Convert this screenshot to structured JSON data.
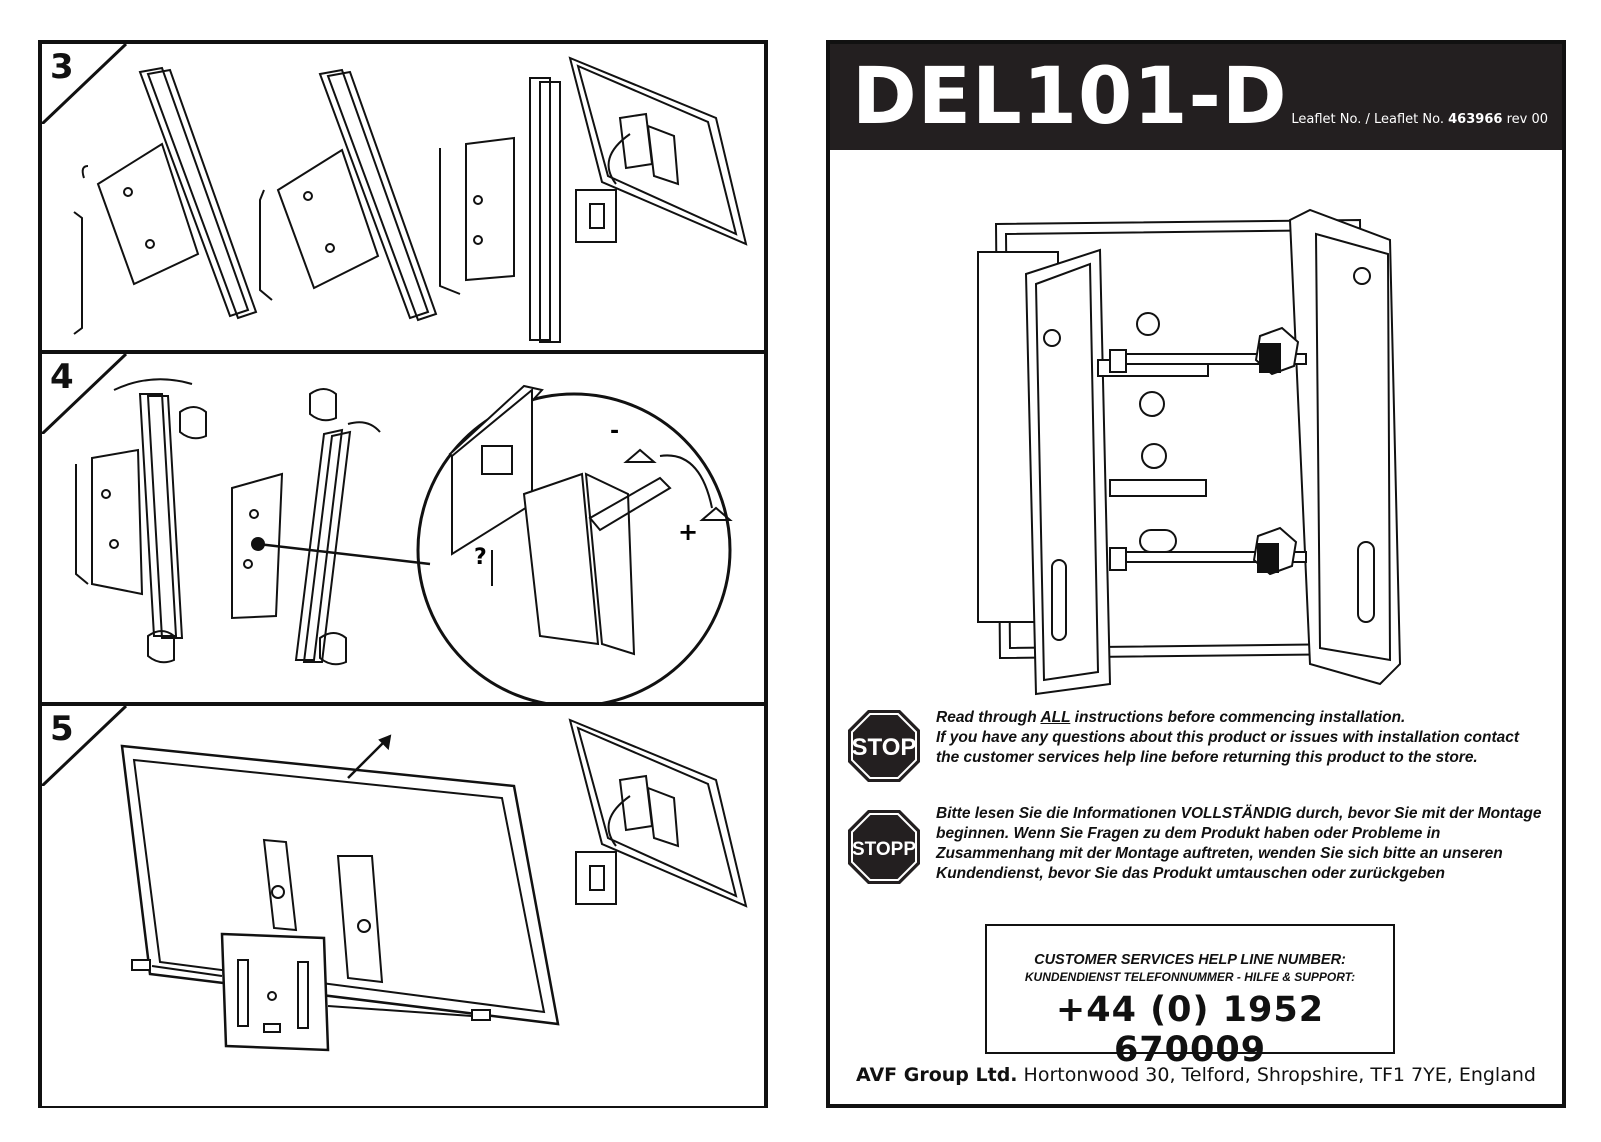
{
  "steps": [
    {
      "number": "3"
    },
    {
      "number": "4",
      "symbol_minus": "-",
      "symbol_plus": "+",
      "symbol_question": "?"
    },
    {
      "number": "5"
    }
  ],
  "product": {
    "model": "DEL101-D",
    "leaflet_prefix": "Leaflet No. / Leaflet No.",
    "leaflet_number": "463966",
    "leaflet_rev": "rev 00"
  },
  "warnings": {
    "stop_label": "STOP",
    "stopp_label": "STOPP",
    "en_line1_a": "Read through ",
    "en_line1_u": "ALL",
    "en_line1_b": " instructions before commencing installation.",
    "en_line2": "If you have any questions about this product or issues with installation contact the customer services help line before returning this product to the store.",
    "de_text": "Bitte lesen Sie die Informationen VOLLSTÄNDIG durch, bevor Sie mit der Montage beginnen.  Wenn Sie Fragen zu dem Produkt haben oder Probleme in Zusammenhang mit der Montage auftreten, wenden Sie sich bitte an unseren Kundendienst, bevor Sie das Produkt umtauschen oder zurückgeben"
  },
  "helpline": {
    "title_en": "CUSTOMER SERVICES HELP LINE NUMBER:",
    "title_de": "KUNDENDIENST TELEFONNUMMER - HILFE & SUPPORT:",
    "phone": "+44 (0) 1952 670009"
  },
  "footer": {
    "company": "AVF Group Ltd.",
    "address": " Hortonwood 30, Telford, Shropshire, TF1 7YE, England"
  },
  "colors": {
    "ink": "#111111",
    "title_bar": "#231f20",
    "stop_sign": "#231f20"
  }
}
